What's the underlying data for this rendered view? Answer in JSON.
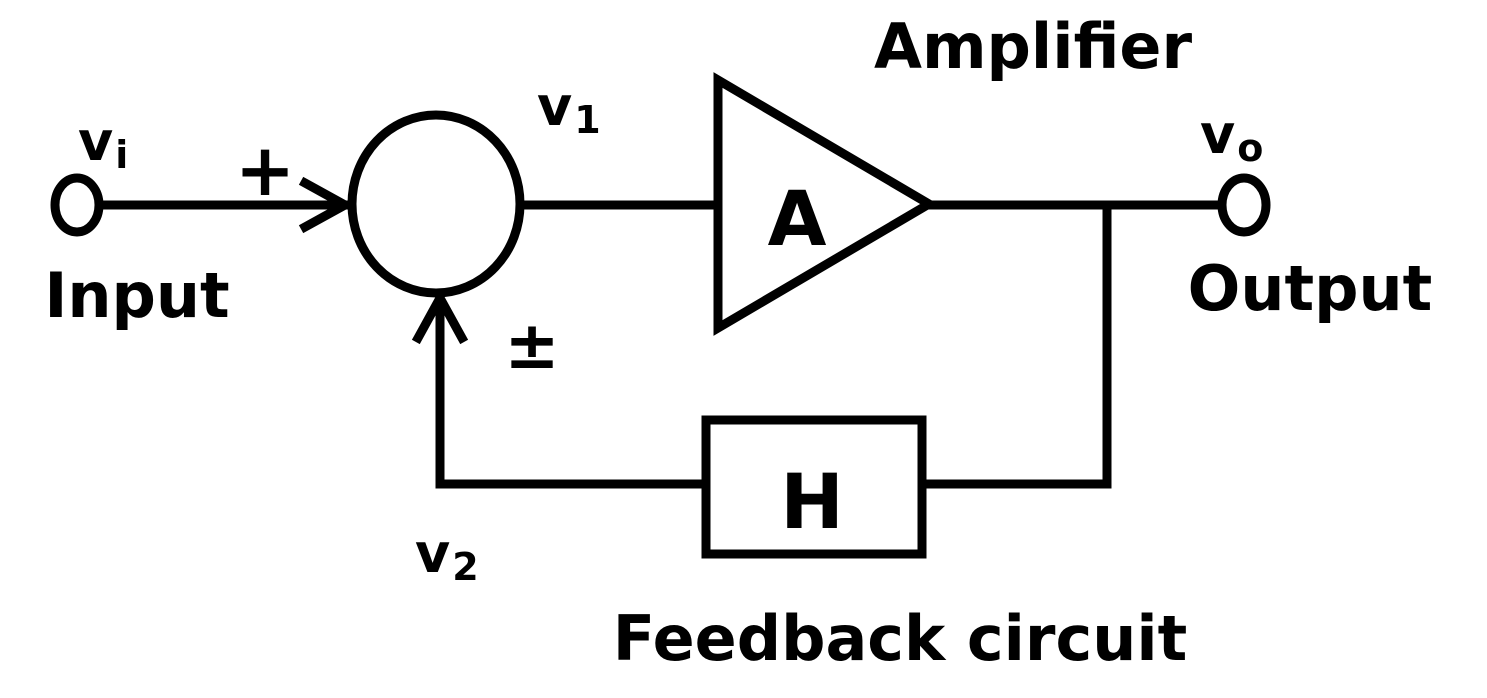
{
  "labels": {
    "input": "Input",
    "output": "Output",
    "amplifier_title": "Amplifier",
    "amplifier_symbol": "A",
    "feedback_symbol": "H",
    "feedback_title": "Feedback circuit",
    "plus_sign": "+",
    "plusminus_sign": "±"
  },
  "signals": {
    "vi": {
      "base": "v",
      "sub": "i"
    },
    "v1": {
      "base": "v",
      "sub": "1"
    },
    "vo": {
      "base": "v",
      "sub": "o"
    },
    "v2": {
      "base": "v",
      "sub": "2"
    }
  },
  "colors": {
    "stroke": "#000000",
    "background": "#ffffff"
  }
}
